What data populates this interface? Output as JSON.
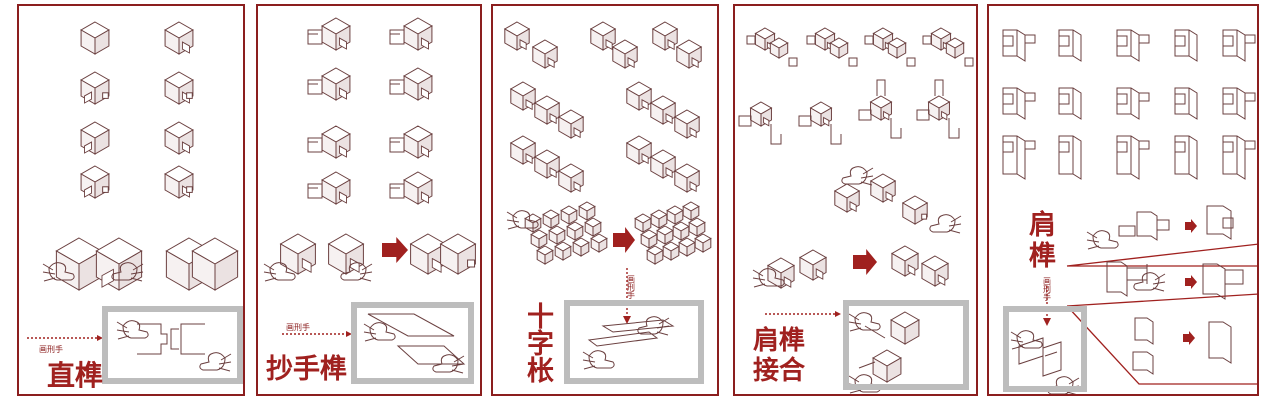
{
  "panels": [
    {
      "label": "直榫",
      "note": "画刑手"
    },
    {
      "label": "抄手榫",
      "note": "画刑手"
    },
    {
      "label_lines": [
        "十",
        "字",
        "枨"
      ],
      "note": "画刑手"
    },
    {
      "label_lines": [
        "肩榫",
        "接合"
      ]
    },
    {
      "label_lines": [
        "肩",
        "榫"
      ],
      "note": "画刑手"
    }
  ],
  "colors": {
    "border": "#8b1e1e",
    "label": "#a0211f",
    "frame": "#bdbdbd",
    "line": "#6b4040"
  },
  "icons": [
    "cube-icon",
    "hand-icon",
    "arrow-right-icon"
  ]
}
